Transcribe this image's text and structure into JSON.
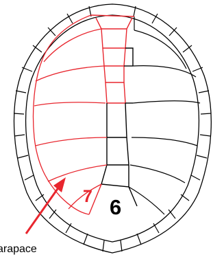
{
  "labels": {
    "black_number": "6",
    "red_number": "7",
    "caption": "arapace"
  },
  "colors": {
    "highlight": "#e8262e",
    "outline": "#000000",
    "background": "#ffffff"
  },
  "icons": {
    "arrow": "red-arrow-pointer",
    "shell": "turtle-carapace"
  }
}
